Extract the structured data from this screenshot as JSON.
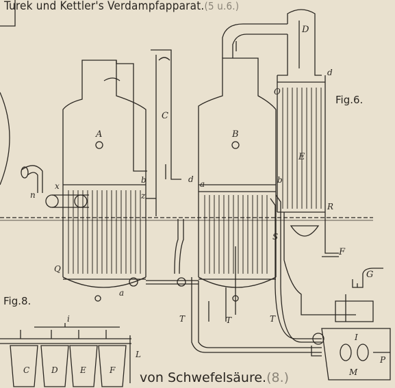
{
  "header": {
    "title": "Turek und Kettler's Verdampfapparat.",
    "scale": "(5 u.6.)"
  },
  "footer": {
    "title": "von Schwefelsäure.",
    "scale": "(8.)"
  },
  "figures": {
    "fig6": "Fig.6.",
    "fig8": "Fig.8."
  },
  "labels": {
    "A": "A",
    "B": "B",
    "C": "C",
    "D": "D",
    "E": "E",
    "F": "F",
    "G": "G",
    "I": "I",
    "M": "M",
    "P": "P",
    "R": "R",
    "S": "S",
    "Q": "Q",
    "n": "n",
    "x": "x",
    "z": "z",
    "a1": "a",
    "a2": "a",
    "b1": "b",
    "b2": "b",
    "d1": "d",
    "d2": "d",
    "O": "O",
    "T1": "T",
    "T2": "T",
    "T3": "T",
    "fig8_i": "i",
    "fig8_C": "C",
    "fig8_D": "D",
    "fig8_E": "E",
    "fig8_F": "F",
    "fig8_L": "L"
  }
}
